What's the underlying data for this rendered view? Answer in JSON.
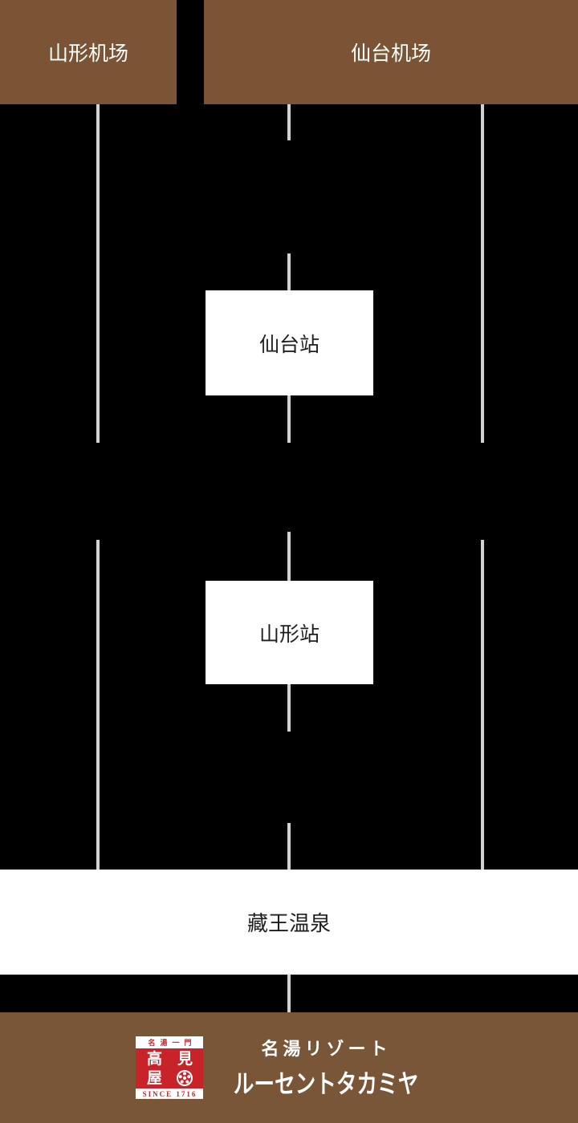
{
  "header": {
    "left_box_label": "山形机场",
    "right_box_label": "仙台机场"
  },
  "nodes": {
    "sendai_station_label": "仙台站",
    "yamagata_station_label": "山形站",
    "zao_onsen_label": "藏王温泉"
  },
  "footer": {
    "seal": {
      "top_text": "名湯一門",
      "char_taka": "高",
      "char_mi": "見",
      "char_ya": "屋",
      "since_text": "SINCE 1716"
    },
    "brand_line1": "名湯リゾート",
    "brand_line2": "ルーセントタカミヤ"
  },
  "colors": {
    "header_bg": "#7A5434",
    "footer_bg": "#795637",
    "line_color": "#D2D2D2",
    "node_text": "#1E1E1E",
    "seal_red": "#C9232A",
    "page_bg": "#000000"
  }
}
